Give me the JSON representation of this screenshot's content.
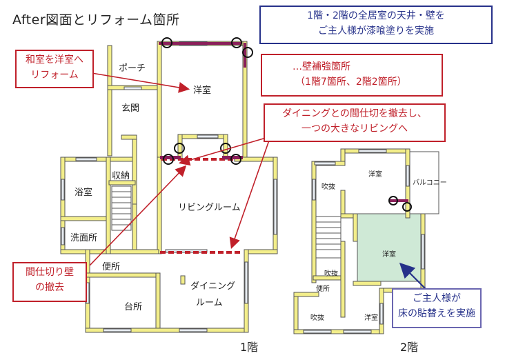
{
  "title": "After図面とリフォーム箇所",
  "notes": {
    "ceiling_wall": [
      "1階・2階の全居室の天井・壁を",
      "ご主人様が漆喰塗りを実施"
    ],
    "washitsu": [
      "和室を洋室へ",
      "リフォーム"
    ],
    "reinforce_legend": "…壁補強箇所",
    "reinforce_count": "（1階7箇所、2階2箇所）",
    "dining": [
      "ダイニングとの間仕切を撤去し、",
      "一つの大きなリビングへ"
    ],
    "partition": [
      "間仕切り壁",
      "の撤去"
    ],
    "floor2": [
      "ご主人様が",
      "床の貼替えを実施"
    ]
  },
  "floor1": {
    "label": "1階",
    "rooms": {
      "porch": "ポーチ",
      "entrance": "玄関",
      "western": "洋室",
      "storage": "収納",
      "bath": "浴室",
      "washroom": "洗面所",
      "living": "リビングルーム",
      "toilet": "便所",
      "kitchen": "台所",
      "dining": [
        "ダイニング",
        "ルーム"
      ]
    }
  },
  "floor2": {
    "label": "2階",
    "rooms": {
      "western_top": "洋室",
      "void_top": "吹抜",
      "balcony": "バルコニー",
      "western_center": "洋室",
      "void_mid": "吹抜",
      "toilet": "便所",
      "void_bottom": "吹抜",
      "western_bottom": "洋室"
    }
  },
  "colors": {
    "wall_fill": "#f3ee8a",
    "wall_stroke": "#555555",
    "red": "#c0202a",
    "blue": "#26318a",
    "green_room": "#cfe9d6",
    "reinforce_band": "#8a1f5a"
  }
}
